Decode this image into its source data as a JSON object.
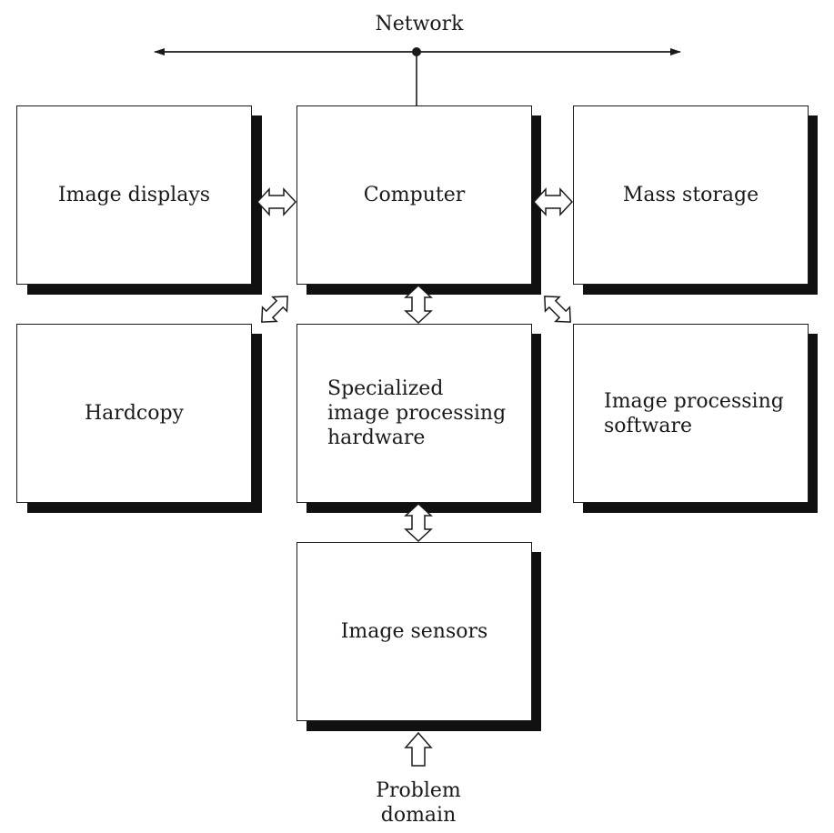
{
  "network": {
    "label": "Network"
  },
  "boxes": {
    "image_displays": {
      "lines": [
        "Image displays"
      ]
    },
    "computer": {
      "lines": [
        "Computer"
      ]
    },
    "mass_storage": {
      "lines": [
        "Mass storage"
      ]
    },
    "hardcopy": {
      "lines": [
        "Hardcopy"
      ]
    },
    "specialized_hardware": {
      "lines": [
        "Specialized",
        "image processing",
        "hardware"
      ]
    },
    "software": {
      "lines": [
        "Image processing",
        "software"
      ]
    },
    "image_sensors": {
      "lines": [
        "Image sensors"
      ]
    }
  },
  "problem_domain": {
    "lines": [
      "Problem",
      "domain"
    ]
  }
}
